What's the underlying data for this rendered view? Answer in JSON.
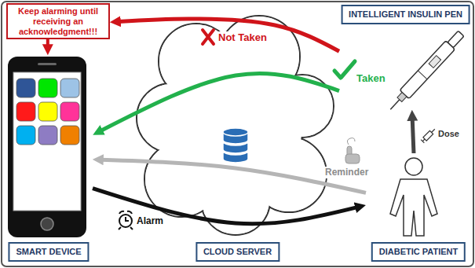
{
  "diagram": {
    "nodes": [
      {
        "text": [
          "Keep alarming until receiving an acknowledgment!!!"
        ]
      },
      {
        "text": [
          "INTELLIGENT INSULIN PEN"
        ]
      },
      {
        "text": [
          "SMART DEVICE"
        ]
      },
      {
        "text": [
          "CLOUD SERVER"
        ]
      },
      {
        "text": [
          "DIABETIC PATIENT"
        ]
      }
    ],
    "edges": [
      {
        "from": 1,
        "to": 0,
        "label": "Not Taken",
        "arrow": "to"
      },
      {
        "from": 1,
        "to": 2,
        "label": "Taken",
        "arrow": "to"
      },
      {
        "from": 4,
        "to": 2,
        "label": "Reminder",
        "arrow": "to"
      },
      {
        "from": 2,
        "to": 4,
        "label": "Alarm",
        "arrow": "to"
      },
      {
        "from": 4,
        "to": 1,
        "label": "Dose",
        "arrow": "to"
      },
      {
        "from": 0,
        "to": 2,
        "arrow": "to"
      }
    ]
  }
}
